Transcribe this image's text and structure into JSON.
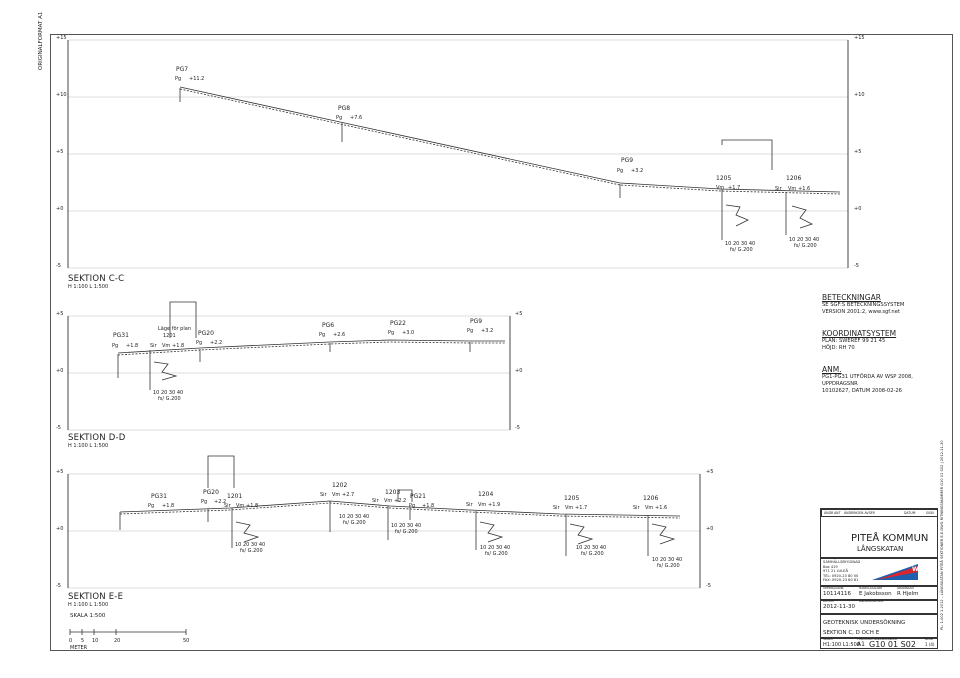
{
  "sheet": {
    "format_label": "ORIGINALFORMAT A1",
    "side_note": "PL: 1-002 1.2012 – LÄNGSKATAN PITEÅ SEKTIONER E-E.DWG  RITNINGSNUMMER  G10 01 S02  |  2012-11-30"
  },
  "axis": {
    "p15": "+15",
    "p10": "+10",
    "p5": "+5",
    "z": "+0",
    "m5": "-5"
  },
  "section_cc": {
    "title": "SEKTION C-C",
    "scale": "H 1:100  L 1:500",
    "points": {
      "pg7": "PG7",
      "pg8": "PG8",
      "pg9": "PG9",
      "b1205": "1205",
      "b1206": "1206"
    },
    "tags": {
      "pg": "Pg",
      "vm": "Vm",
      "sir": "Sir",
      "pg7_lvl": "+11.2",
      "pg8_lvl": "+7.6",
      "pg9_lvl": "+3.2",
      "b1205_lvl": "+1.7",
      "b1206_lvl": "+1.6",
      "scale_ticks": "10 20 30 40",
      "qc": "fs/ G.200"
    }
  },
  "section_dd": {
    "title": "SEKTION D-D",
    "scale": "H 1:100  L 1:500",
    "points": {
      "pg31": "PG31",
      "pg20": "PG20",
      "pg6": "PG6",
      "pg22": "PG22",
      "pg9": "PG9",
      "b1201": "1201",
      "plan_note": "Läge för plan"
    },
    "tags": {
      "pg31_lvl": "+1.8",
      "b1201_lvl": "+1.8",
      "pg20_lvl": "+2.2",
      "pg6_lvl": "+2.6",
      "pg22_lvl": "+3.0",
      "pg9_lvl": "+3.2"
    }
  },
  "section_ee": {
    "title": "SEKTION E-E",
    "scale": "H 1:100  L 1:500",
    "points": {
      "pg31": "PG31",
      "pg20": "PG20",
      "b1201": "1201",
      "b1202": "1202",
      "b1203": "1203",
      "pg21": "PG21",
      "b1204": "1204",
      "b1205": "1205",
      "b1206": "1206"
    },
    "tags": {
      "pg31_lvl": "+1.8",
      "pg20_lvl": "+2.2",
      "b1201_lvl": "+1.8",
      "b1202_lvl": "+2.7",
      "b1203_lvl": "+2.2",
      "pg21_lvl": "+1.8",
      "b1204_lvl": "+1.9",
      "b1205_lvl": "+1.7",
      "b1206_lvl": "+1.6"
    }
  },
  "legend": {
    "beteckningar_head": "BETECKNINGAR",
    "beteckningar_lines": [
      "SE SGF:S BETECKNINGSSYSTEM",
      "VERSION 2001:2, www.sgf.net"
    ],
    "koord_head": "KOORDINATSYSTEM",
    "koord_lines": [
      "PLAN:  SWEREF 99 21 45",
      "HÖJD:  RH 70"
    ],
    "anm_head": "ANM.",
    "anm_lines": [
      "PG1-PG31 UTFÖRDA AV WSP 2008, UPPDRAGSNR",
      "10102627, DATUM 2008-02-26"
    ]
  },
  "scalebar": {
    "title": "SKALA 1:500",
    "ticks": [
      "0",
      "5",
      "10",
      "20",
      "50"
    ],
    "unit": "METER"
  },
  "titleblock": {
    "rev_headers": [
      "ÄNDR",
      "ANT",
      "ÄNDRINGEN AVSER",
      "DATUM",
      "SIGN"
    ],
    "client": "PITEÅ KOMMUN",
    "project": "LÅNGSKATAN",
    "company_lines": [
      "SAMHÄLLSBYGGNAD",
      "Box 419",
      "971 21 LULEÅ",
      "TEL: 0920-23 80 00",
      "FAX: 0920-23 80 81"
    ],
    "brand": "WSP",
    "labels": {
      "uppdragsnr": "UPPDRAGSNR",
      "handlaggare": "HANDLÄGGARE",
      "granskad": "GRANSKAD",
      "datum": "DATUM",
      "andrad": "ÄNDRAD/BESKR.",
      "skala": "SKALA",
      "format": "FORMAT",
      "ritningsnr": "RITNINGSNUMMER",
      "blad": "BLAD"
    },
    "uppdragsnr": "10114116",
    "handlaggare": "E Jakobsson",
    "granskad": "R Hjelm",
    "datum": "2012-11-30",
    "drawing_title_1": "GEOTEKNISK UNDERSÖKNING",
    "drawing_title_2": "SEKTION C, D OCH E",
    "skala": "H1:100 L1:500",
    "format": "A1",
    "ritningsnr": "G10 01 S02",
    "blad": "1 (4)"
  },
  "colors": {
    "line": "#333333",
    "brand_blue": "#1f5fae",
    "brand_red": "#d8262f"
  }
}
